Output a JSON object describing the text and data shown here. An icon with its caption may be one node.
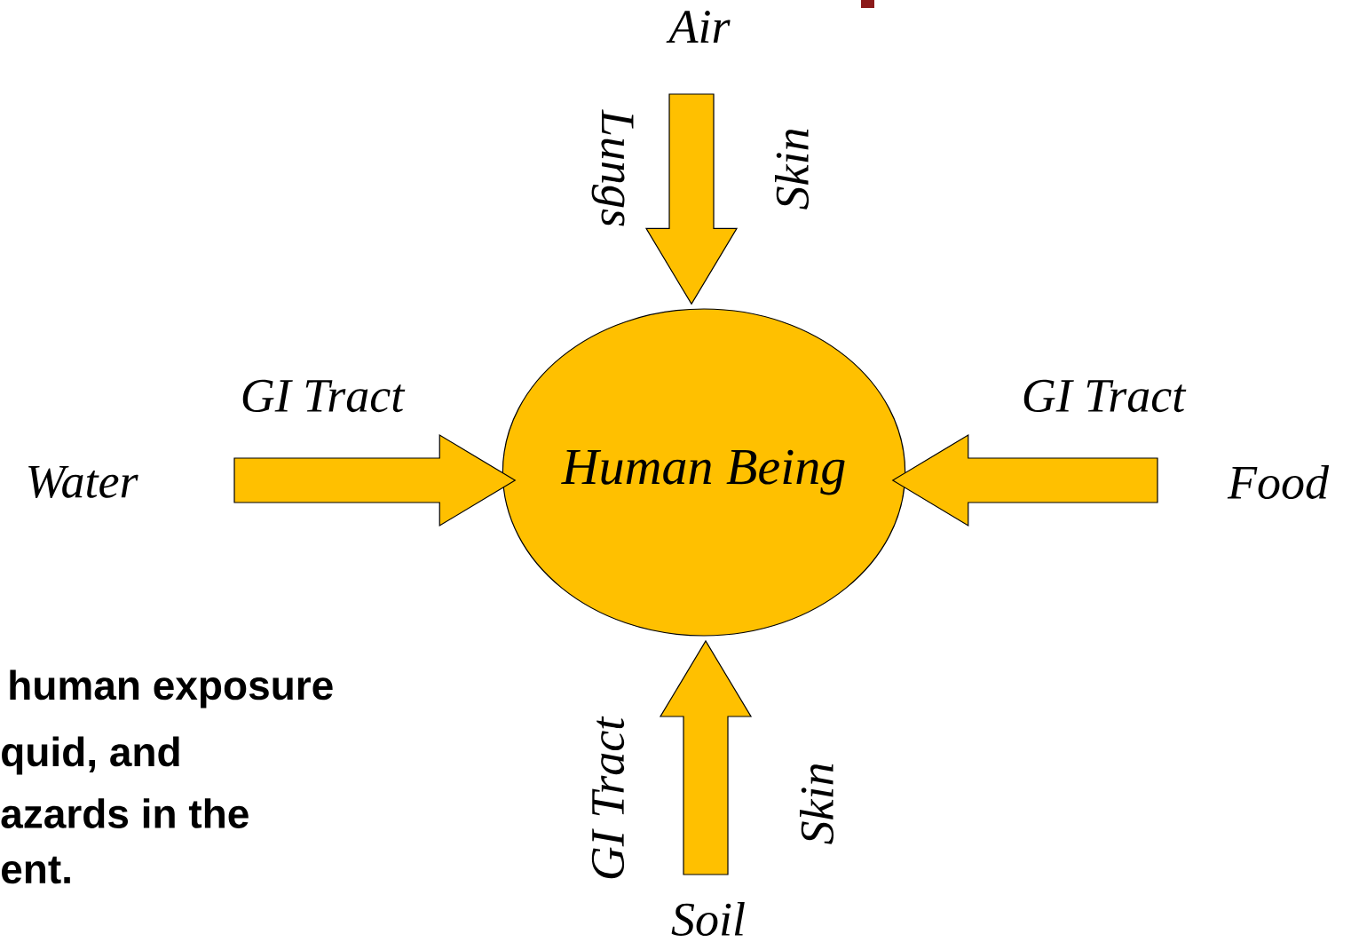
{
  "diagram": {
    "nodes": [
      {
        "text": [
          "Human Being"
        ]
      },
      {
        "text": [
          "Air"
        ]
      },
      {
        "text": [
          "Water"
        ]
      },
      {
        "text": [
          "Food"
        ]
      },
      {
        "text": [
          "Soil"
        ]
      }
    ],
    "edges": [
      {
        "from": 1,
        "to": 0,
        "arrow": "to",
        "label": "Lungs"
      },
      {
        "from": 2,
        "to": 0,
        "arrow": "to",
        "label": "GI Tract"
      },
      {
        "from": 3,
        "to": 0,
        "arrow": "to",
        "label": "GI Tract"
      },
      {
        "from": 4,
        "to": 0,
        "arrow": "to",
        "label": "GI Tract"
      }
    ],
    "labels": [
      "Skin",
      "human exposure",
      "quid, and",
      "azards in the",
      "Skin",
      "ent."
    ]
  }
}
